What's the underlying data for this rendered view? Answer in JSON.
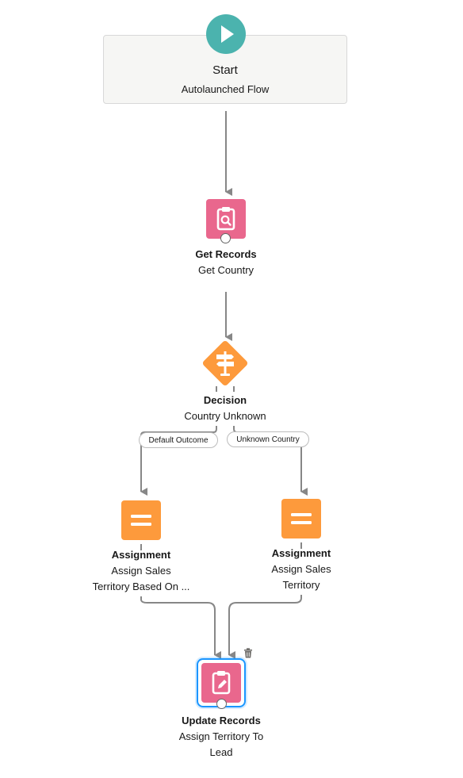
{
  "flow": {
    "start": {
      "title": "Start",
      "subtitle": "Autolaunched Flow",
      "icon": "play-icon",
      "color": "#4bb3ae"
    },
    "get_records": {
      "type_label": "Get Records",
      "name": "Get Country",
      "icon": "clipboard-search-icon",
      "color": "#e9678d"
    },
    "decision": {
      "type_label": "Decision",
      "name": "Country Unknown",
      "icon": "signpost-icon",
      "color": "#fd9a3c",
      "outcomes": [
        "Default Outcome",
        "Unknown Country"
      ]
    },
    "assignment_left": {
      "type_label": "Assignment",
      "name_line1": "Assign Sales",
      "name_line2": "Territory Based On ...",
      "icon": "equals-icon",
      "color": "#fd9a3c"
    },
    "assignment_right": {
      "type_label": "Assignment",
      "name_line1": "Assign Sales",
      "name_line2": "Territory",
      "icon": "equals-icon",
      "color": "#fd9a3c"
    },
    "update_records": {
      "type_label": "Update Records",
      "name_line1": "Assign Territory To",
      "name_line2": "Lead",
      "icon": "clipboard-edit-icon",
      "color": "#e9678d",
      "selected": true,
      "delete_icon": "trash-icon"
    }
  }
}
